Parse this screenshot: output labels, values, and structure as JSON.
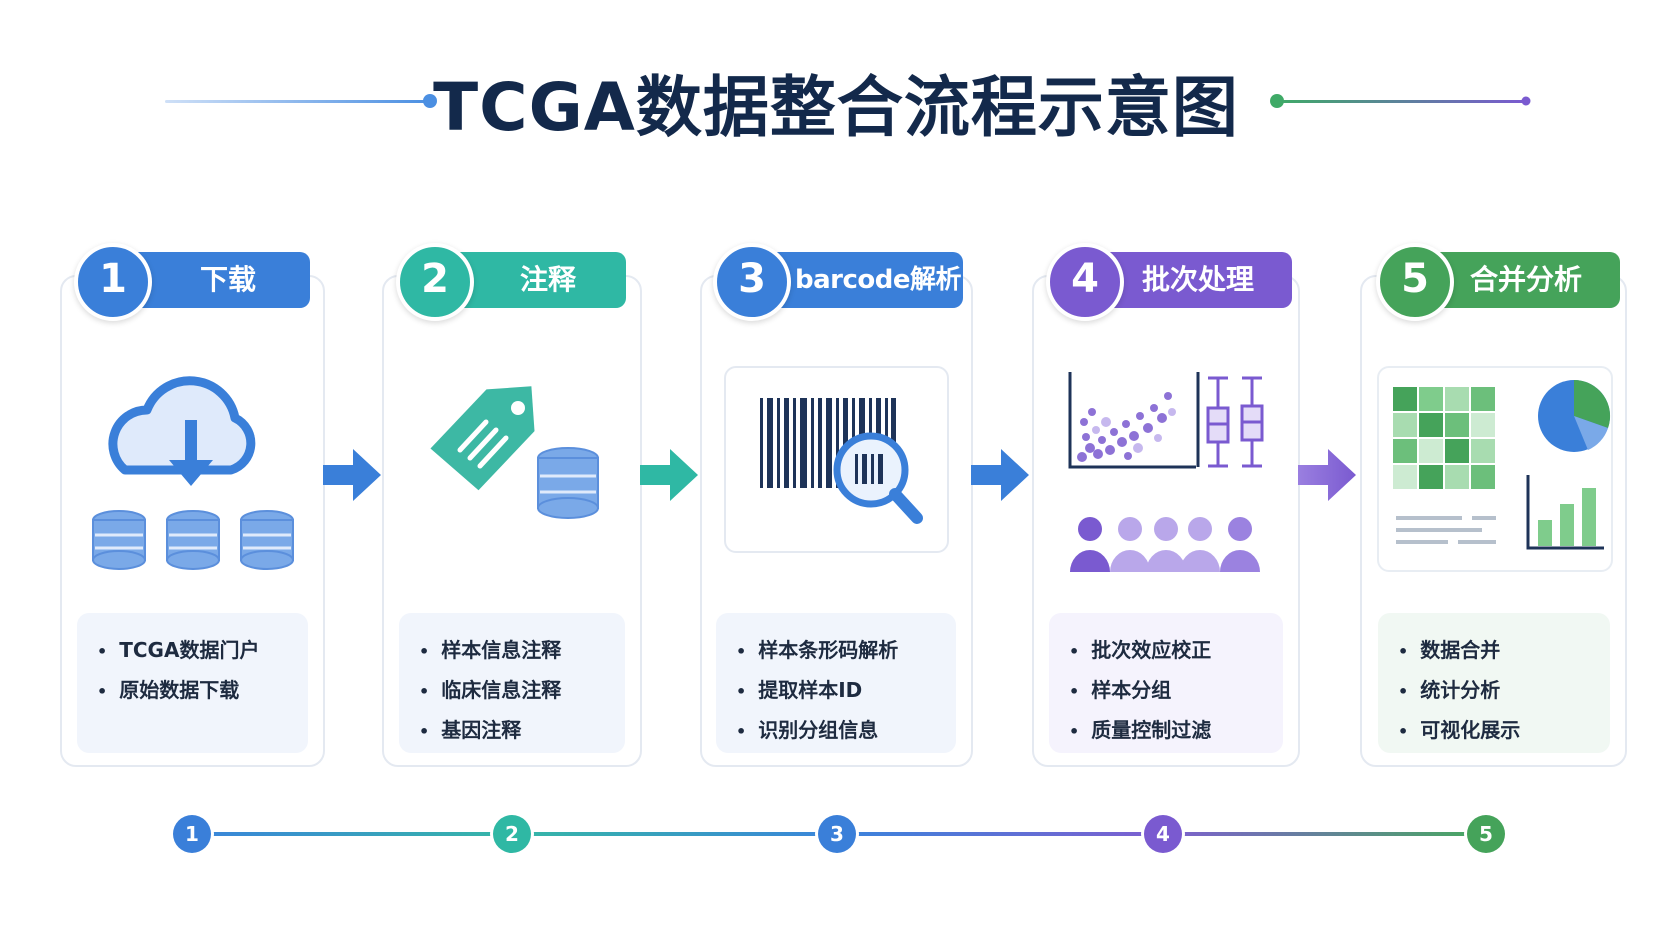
{
  "title": "TCGA数据整合流程示意图",
  "colors": {
    "blue": "#3a7fd9",
    "teal": "#2fb8a4",
    "purple": "#7a5ad0",
    "green": "#45a35a"
  },
  "steps": [
    {
      "number": "1",
      "label": "下载",
      "color": "#3a7fd9",
      "items": [
        "TCGA数据门户",
        "原始数据下载"
      ],
      "icon": "cloud-download-icon"
    },
    {
      "number": "2",
      "label": "注释",
      "color": "#2fb8a4",
      "items": [
        "样本信息注释",
        "临床信息注释",
        "基因注释"
      ],
      "icon": "tag-icon"
    },
    {
      "number": "3",
      "label": "barcode解析",
      "color": "#3a7fd9",
      "items": [
        "样本条形码解析",
        "提取样本ID",
        "识别分组信息"
      ],
      "icon": "barcode-search-icon"
    },
    {
      "number": "4",
      "label": "批次处理",
      "color": "#7a5ad0",
      "items": [
        "批次效应校正",
        "样本分组",
        "质量控制过滤"
      ],
      "icon": "batch-plot-icon"
    },
    {
      "number": "5",
      "label": "合并分析",
      "color": "#45a35a",
      "items": [
        "数据合并",
        "统计分析",
        "可视化展示"
      ],
      "icon": "dashboard-icon"
    }
  ],
  "timeline": [
    "1",
    "2",
    "3",
    "4",
    "5"
  ]
}
